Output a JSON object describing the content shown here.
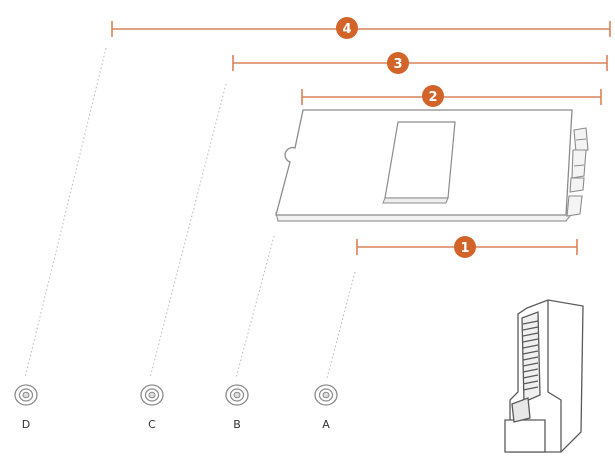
{
  "diagram": {
    "accent_color": "#d2642a",
    "callouts": [
      {
        "id": "1",
        "label": "1"
      },
      {
        "id": "2",
        "label": "2"
      },
      {
        "id": "3",
        "label": "3"
      },
      {
        "id": "4",
        "label": "4"
      }
    ],
    "screw_positions": [
      {
        "label": "D"
      },
      {
        "label": "C"
      },
      {
        "label": "B"
      },
      {
        "label": "A"
      }
    ]
  }
}
